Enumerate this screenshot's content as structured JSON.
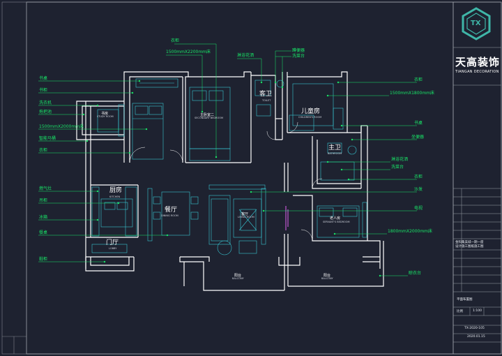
{
  "colors": {
    "background": "#1e2230",
    "wall": "#ffffff",
    "leader": "#18e868",
    "label": "#18e868",
    "furniture": "#37c6d2",
    "border": "#b0b4bc",
    "logo": "#3fb6a8"
  },
  "left_labels": [
    "书桌",
    "书柜",
    "洗衣机",
    "拖把池",
    "1500mmX2000mm床",
    "智能马桶",
    "衣柜",
    "燃气灶",
    "吊柜",
    "冰箱",
    "餐桌",
    "鞋柜"
  ],
  "top_labels": [
    "衣柜",
    "1500mmX2200mm床",
    "淋浴花洒",
    "蹲便器",
    "洗菜台"
  ],
  "right_labels": [
    "衣柜",
    "1500mmX1800mm床",
    "书桌",
    "坐便器",
    "淋浴花洒",
    "洗菜台",
    "衣柜",
    "沙发",
    "电视",
    "1800mmX2000mm床",
    "晾衣台"
  ],
  "rooms": {
    "study_cn": "书房",
    "study_en": "STUDY ROOM",
    "master_cn": "主卧室二",
    "master_en": "SECONDARY BEDROOM",
    "toilet_cn": "客卫",
    "toilet_en": "TOILET",
    "child_cn": "儿童房",
    "child_en": "CHILDREN'S ROOM",
    "bath_cn": "主卫",
    "bath_en": "BATHROOM",
    "kitchen_cn": "厨房",
    "kitchen_en": "KITCHEN",
    "dining_cn": "餐厅",
    "dining_en": "DINING ROOM",
    "living_cn": "客厅",
    "living_en": "LIVING ROOM",
    "elder_cn": "老人房",
    "elder_en": "SERVANT'S BEDROOM",
    "lobby_cn": "门厅",
    "lobby_en": "LOBBY",
    "balcony1_cn": "阳台",
    "balcony1_en": "BALCONY",
    "balcony2_cn": "阳台",
    "balcony2_en": "BALCONY"
  },
  "title_block": {
    "brand_cn": "天高装饰",
    "brand_en": "TIANGAN DECORATION",
    "logo_letters": "TX",
    "project_line1": "金科集美城一期一座",
    "project_line2": "设计施工图纸施工图",
    "drawing_name": "平面布置图",
    "scale_label": "比例",
    "scale": "1:100",
    "drawing_no": "TX-2020-105",
    "date": "2020.01.15"
  }
}
